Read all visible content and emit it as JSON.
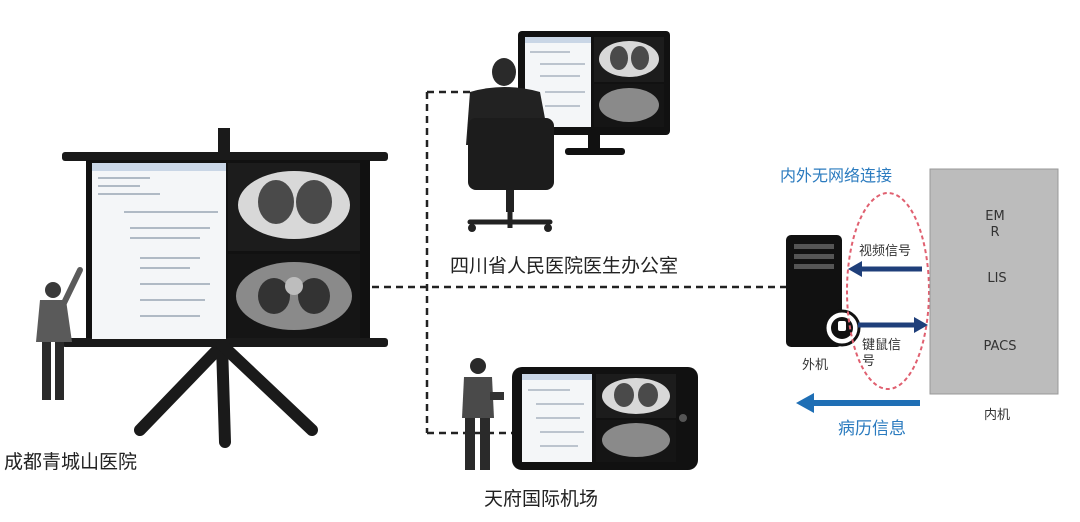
{
  "locations": {
    "hospital": "成都青城山医院",
    "office": "四川省人民医院医生办公室",
    "airport": "天府国际机场"
  },
  "network": {
    "no_connection": "内外无网络连接",
    "video_signal": "视频信号",
    "kvm_signal": "键鼠信号",
    "record_info": "病历信息",
    "outer_machine": "外机",
    "inner_machine": "内机",
    "inner_systems": [
      "EM\nR",
      "LIS",
      "PACS"
    ]
  },
  "colors": {
    "dashed_line": "#222222",
    "blue_text": "#2b7bbf",
    "arrow_dark": "#1f3f7a",
    "arrow_blue": "#1f6fb5",
    "ellipse": "#e06070",
    "inner_box": "#bcbcbc",
    "screen_frame": "#111111"
  }
}
